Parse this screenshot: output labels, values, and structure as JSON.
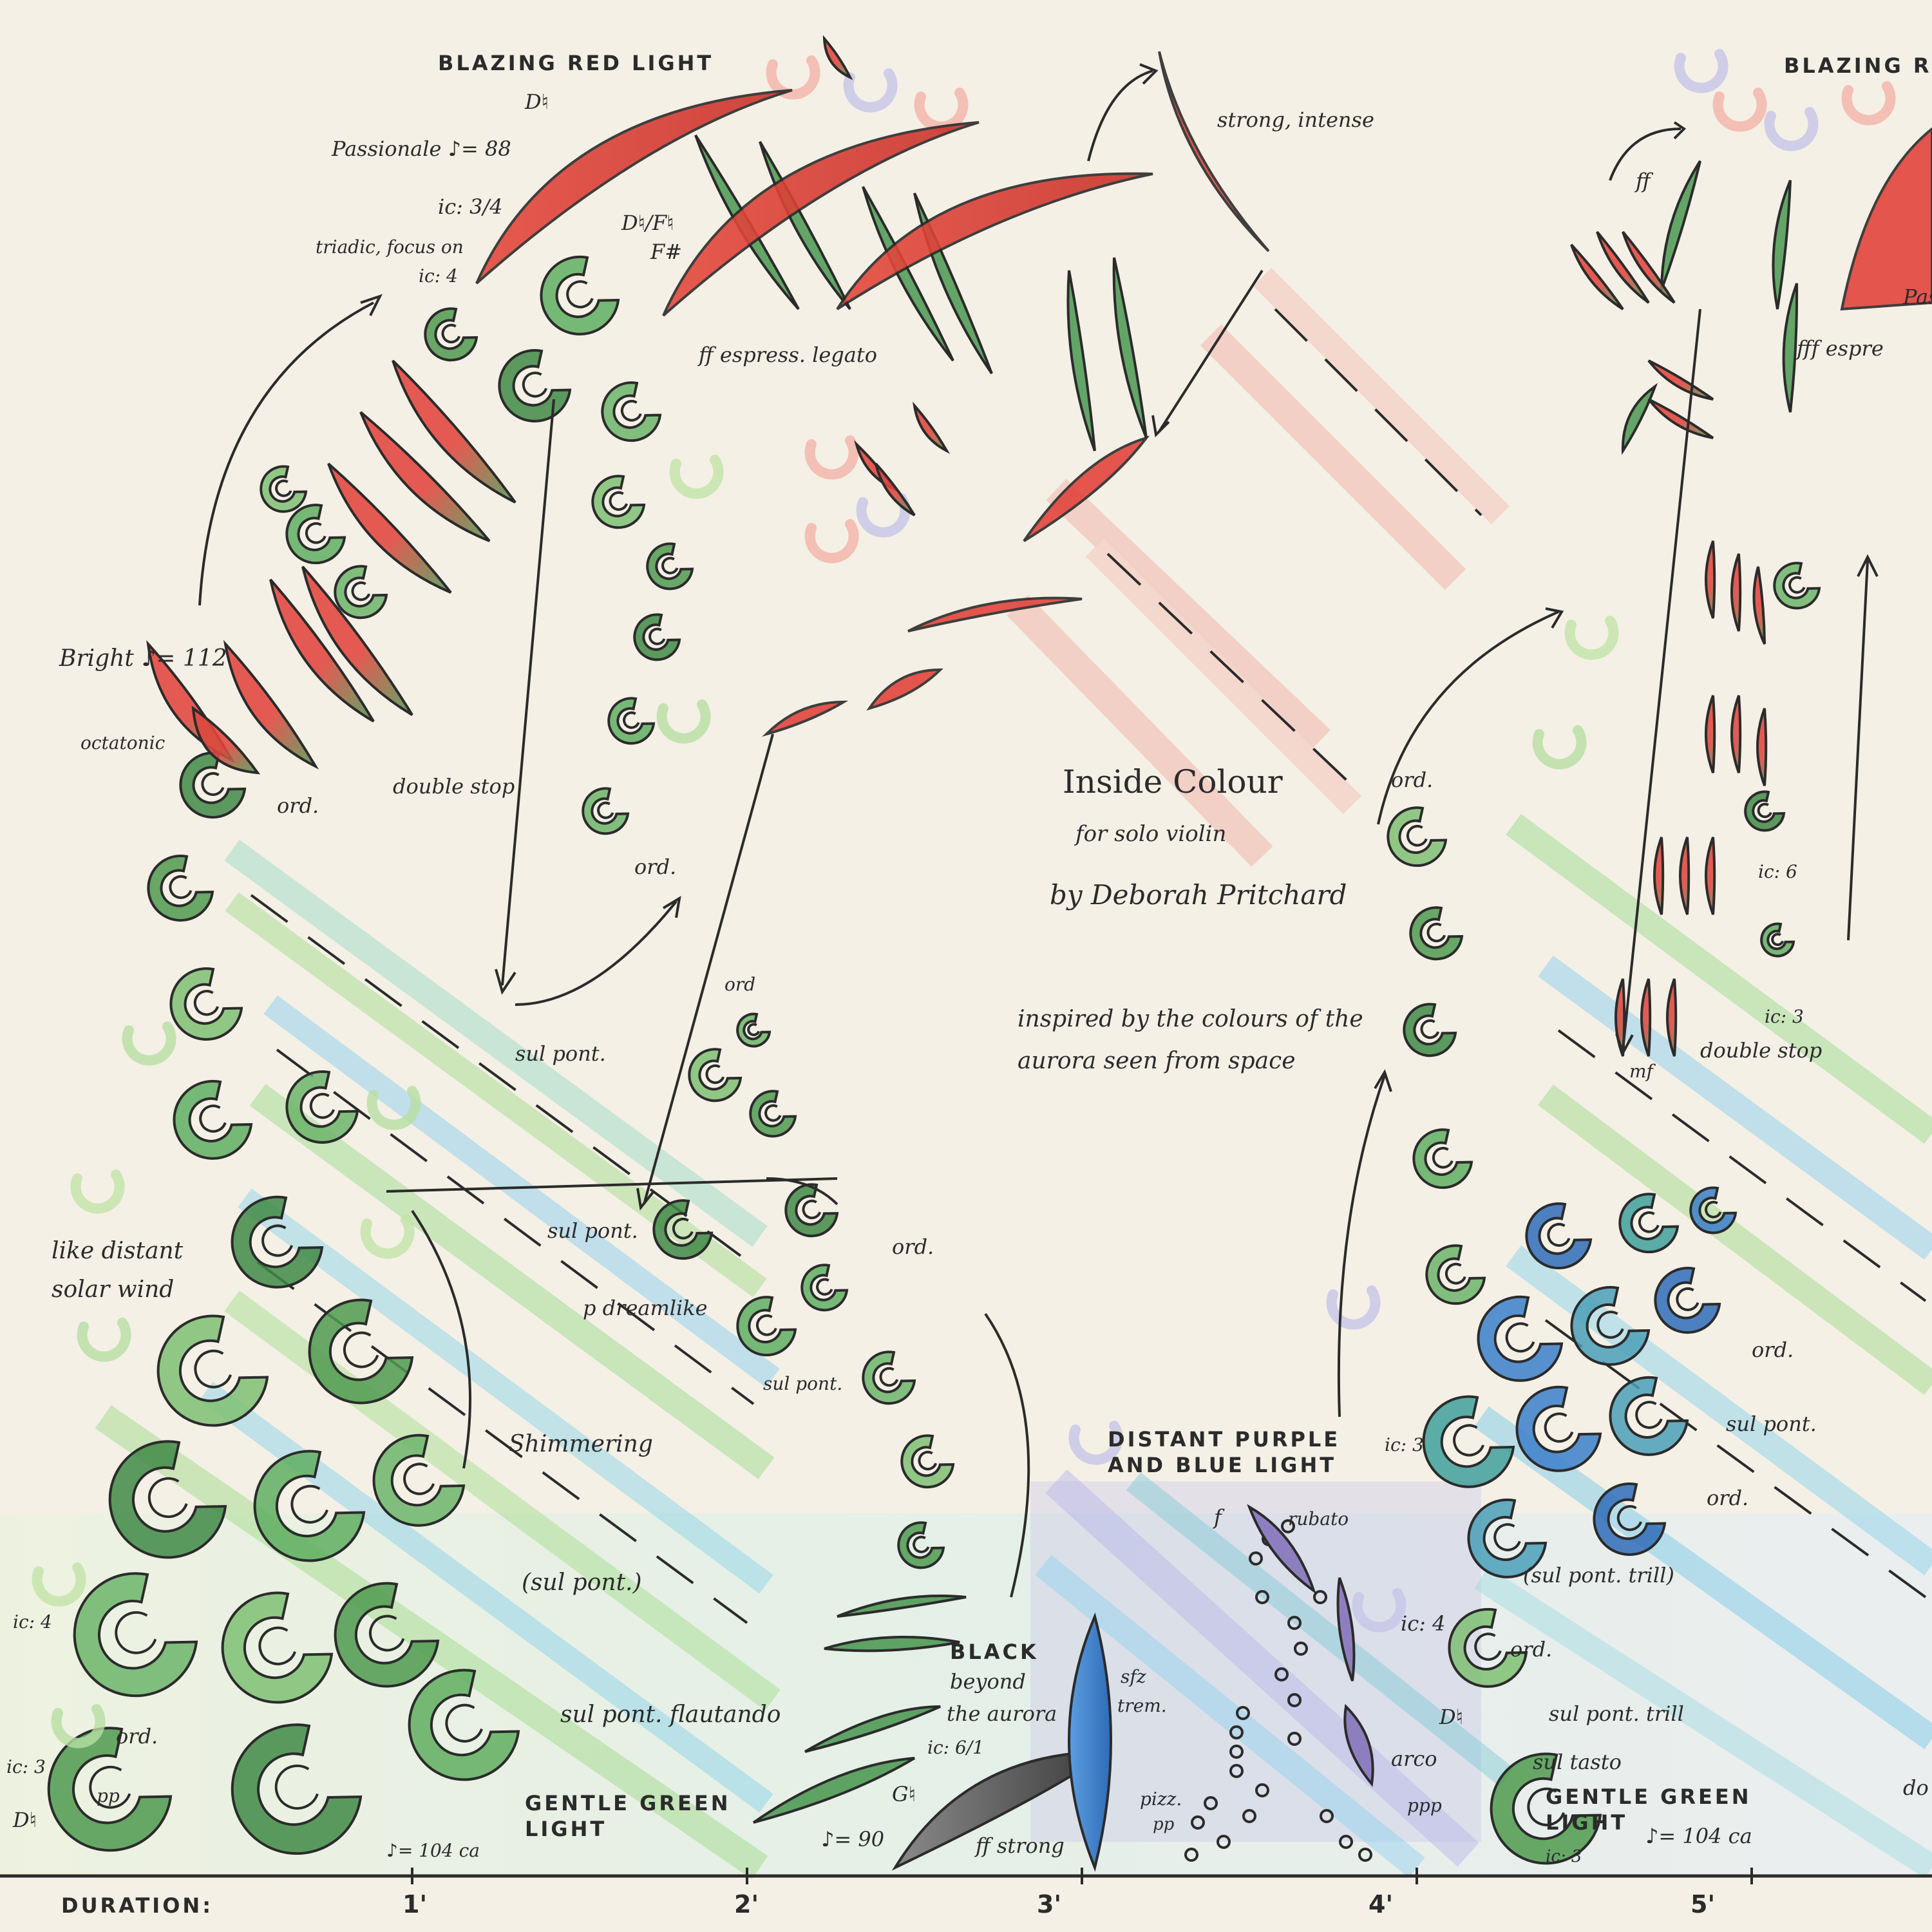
{
  "title": {
    "main": "Inside Colour",
    "subtitle": "for solo violin",
    "composer": "by Deborah Pritchard",
    "inspiration_line1": "inspired by the colours of the",
    "inspiration_line2": "aurora seen from space"
  },
  "timeline": {
    "label": "DURATION:",
    "ticks": [
      "1'",
      "2'",
      "3'",
      "4'",
      "5'"
    ]
  },
  "headings": {
    "blazing_red_1": "BLAZING RED LIGHT",
    "blazing_red_2": "BLAZING R",
    "gentle_green_1a": "GENTLE GREEN",
    "gentle_green_1b": "LIGHT",
    "gentle_green_2a": "GENTLE GREEN",
    "gentle_green_2b": "LIGHT",
    "distant_purple_a": "DISTANT PURPLE",
    "distant_purple_b": "AND BLUE LIGHT",
    "black_a": "BLACK",
    "black_b": "beyond",
    "black_c": "the aurora"
  },
  "annotations": {
    "passionate": "Passionale ♪= 88",
    "d_natural_top": "D♮",
    "ic_3_4": "ic: 3/4",
    "triadic_1": "triadic, focus on",
    "triadic_2": "ic: 4",
    "d_f_sharp_1": "D♮/F♮",
    "d_f_sharp_2": "F#",
    "ff_espress": "ff espress. legato",
    "strong_intense": "strong, intense",
    "bright": "Bright ♪= 112",
    "octatonic": "octatonic",
    "ord_1": "ord.",
    "double_stop_1": "double stop",
    "ord_2": "ord.",
    "sul_pont_1": "sul pont.",
    "ord_3": "ord",
    "sul_pont_2": "sul pont.",
    "ord_4": "ord.",
    "p_dreamlike": "p dreamlike",
    "sul_pont_3": "sul pont.",
    "like_distant_1": "like distant",
    "like_distant_2": "solar wind",
    "shimmering": "Shimmering",
    "sul_pont_paren": "(sul pont.)",
    "sul_pont_flautando": "sul pont. flautando",
    "ic_4_left": "ic: 4",
    "ord_5": "ord.",
    "ic_3_left": "ic: 3",
    "d_natural_left": "D♮",
    "pp": "pp",
    "tempo_104_1": "♪= 104 ca",
    "g_natural": "G♮",
    "ic_6_1": "ic: 6/1",
    "tempo_90": "♪= 90",
    "ff_strong": "ff strong",
    "sfz_trem_1": "sfz",
    "sfz_trem_2": "trem.",
    "pizz": "pizz.",
    "pp_2": "pp",
    "f_dyn": "f",
    "rubato": "rubato",
    "ord_6": "ord.",
    "ff_right": "ff",
    "passionate_right": "Pas",
    "fff_espress_right": "fff espre",
    "ic_6": "ic: 6",
    "ic_3_right": "ic: 3",
    "mf": "mf",
    "double_stop_2": "double stop",
    "ord_7": "ord.",
    "sul_pont_4": "sul pont.",
    "ic_3_blue": "ic: 3",
    "ord_8": "ord.",
    "sul_pont_trill_1": "(sul pont. trill)",
    "ic_4_right": "ic: 4",
    "ord_9": "ord.",
    "d_natural_right": "D♮",
    "sul_pont_trill_2": "sul pont. trill",
    "arco": "arco",
    "sul_tasto": "sul tasto",
    "ppp": "ppp",
    "tempo_104_2": "♪= 104 ca",
    "ic_3_bottom": "ic: 3",
    "do_cut": "do"
  },
  "colors": {
    "paper": "#f4f0e6",
    "ink": "#2b2b2b",
    "green_dark": "#3e8a45",
    "green_light": "#8fcf7d",
    "red": "#e2453d",
    "red_pale": "#f2a197",
    "blue": "#3f7fc9",
    "teal": "#3f9f9a",
    "cyan": "#7fd0e0",
    "purple": "#a894c8",
    "black": "#4a4a4a"
  }
}
